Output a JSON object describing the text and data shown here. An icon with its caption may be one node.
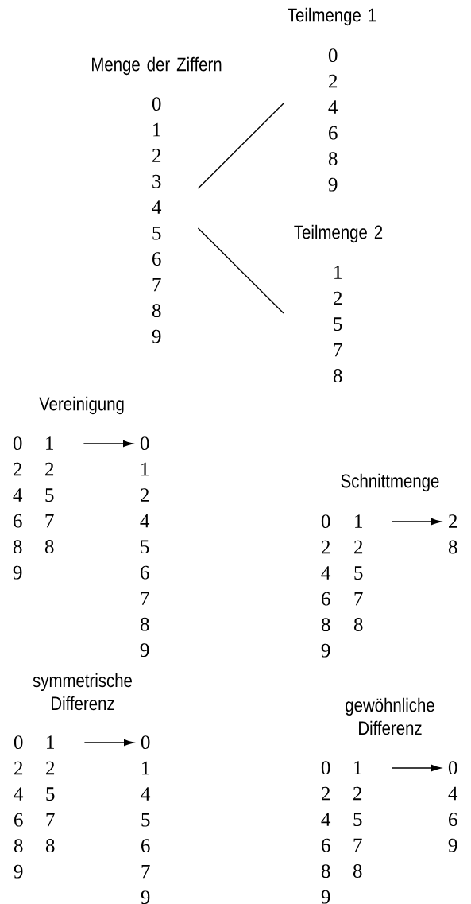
{
  "diagram": {
    "nodes": [
      {
        "text": [
          "Menge der Ziffern",
          "0 1 2 3 4 5 6 7 8 9"
        ]
      },
      {
        "text": [
          "Teilmenge 1",
          "0 2 4 6 8 9"
        ]
      },
      {
        "text": [
          "Teilmenge 2",
          "1 2 5 7 8"
        ]
      },
      {
        "text": [
          "Vereinigung",
          "0 2 4 6 8 9",
          "1 2 5 7 8"
        ]
      },
      {
        "text": [
          "0 1 2 4 5 6 7 8 9"
        ]
      },
      {
        "text": [
          "Schnittmenge",
          "0 2 4 6 8 9",
          "1 2 5 7 8"
        ]
      },
      {
        "text": [
          "2 8"
        ]
      },
      {
        "text": [
          "symmetrische Differenz",
          "0 2 4 6 8 9",
          "1 2 5 7 8"
        ]
      },
      {
        "text": [
          "0 1 4 5 6 7 9"
        ]
      },
      {
        "text": [
          "gewöhnliche Differenz",
          "0 2 4 6 8 9",
          "1 2 5 7 8"
        ]
      },
      {
        "text": [
          "0 4 6 9"
        ]
      }
    ],
    "edges": [
      {
        "from": 0,
        "to": 1,
        "arrow": "none"
      },
      {
        "from": 0,
        "to": 2,
        "arrow": "none"
      },
      {
        "from": 3,
        "to": 4,
        "arrow": "to"
      },
      {
        "from": 5,
        "to": 6,
        "arrow": "to"
      },
      {
        "from": 7,
        "to": 8,
        "arrow": "to"
      },
      {
        "from": 9,
        "to": 10,
        "arrow": "to"
      }
    ]
  }
}
